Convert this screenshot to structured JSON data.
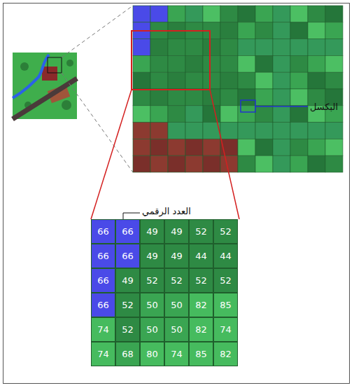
{
  "diagram": {
    "labels": [
      "العدد الرقمي",
      "البكسل",
      "66",
      "66",
      "49",
      "49",
      "52",
      "52",
      "66",
      "66",
      "49",
      "49",
      "44",
      "44",
      "66",
      "49",
      "52",
      "52",
      "52",
      "52",
      "66",
      "52",
      "50",
      "50",
      "82",
      "85",
      "74",
      "52",
      "50",
      "50",
      "82",
      "74",
      "74",
      "68",
      "80",
      "74",
      "85",
      "82"
    ]
  }
}
